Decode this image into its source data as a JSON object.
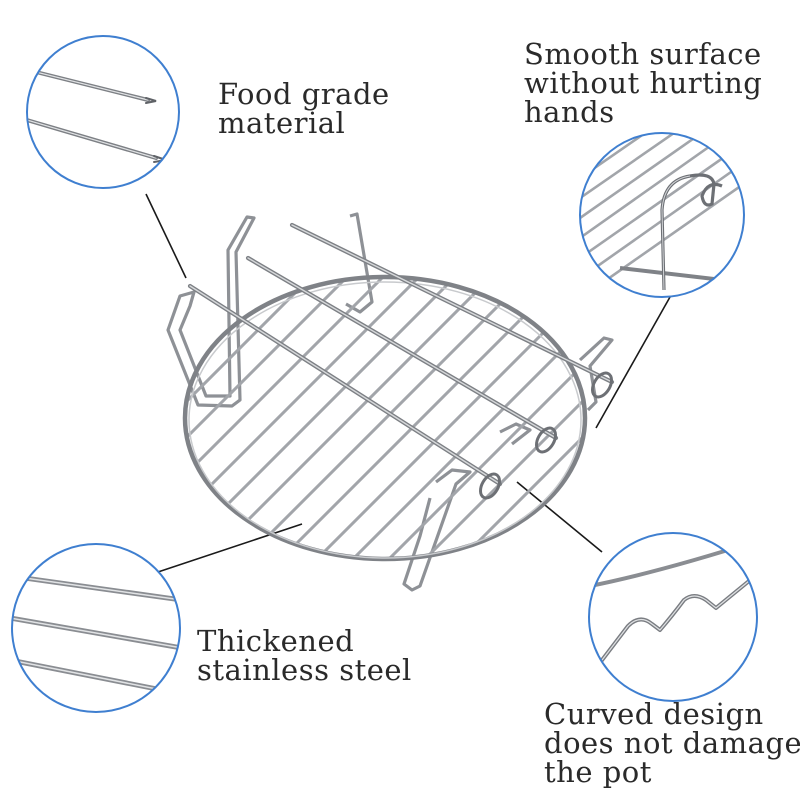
{
  "callouts": {
    "food_grade": [
      "Food grade",
      "material"
    ],
    "smooth_surface": [
      "Smooth surface",
      "without hurting",
      "hands"
    ],
    "thickened": [
      "Thickened",
      "stainless steel"
    ],
    "curved_design": [
      "Curved design",
      "does not damage",
      "the pot"
    ]
  },
  "colors": {
    "circle_border": "#3f7fd0",
    "metal": "#a9abaf",
    "metal_dark": "#6d7075",
    "text": "#2a2a2a",
    "leader_line": "#1a1a1a"
  }
}
